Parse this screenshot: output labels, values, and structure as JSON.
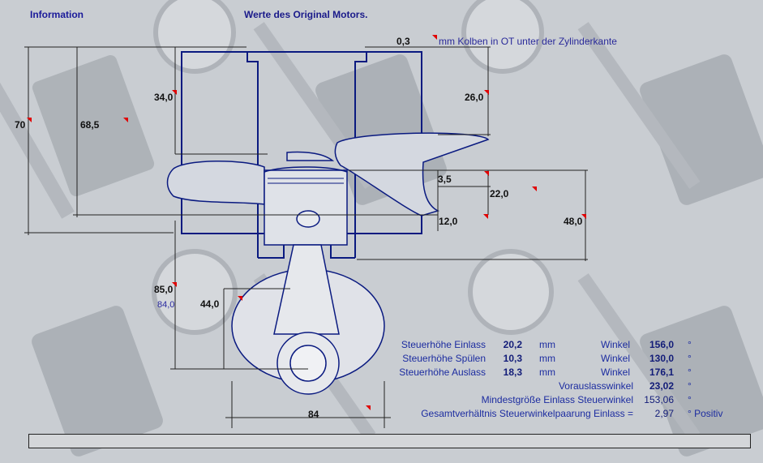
{
  "header": {
    "info_link": "Information",
    "title": "Werte des Original Motors."
  },
  "dimensions": {
    "piston_below_edge": "0,3",
    "piston_below_edge_note": "mm Kolben in OT unter der Zylinderkante",
    "d_34": "34,0",
    "d_26": "26,0",
    "d_70": "70",
    "d_68_5": "68,5",
    "d_3_5": "3,5",
    "d_22": "22,0",
    "d_48": "48,0",
    "d_12": "12,0",
    "d_85": "85,0",
    "d_84_small": "84,0",
    "d_44": "44,0",
    "d_84": "84"
  },
  "timing": {
    "rows": [
      {
        "label": "Steuerhöhe Einlass",
        "value": "20,2",
        "unit": "mm",
        "angle_label": "Winkel",
        "angle": "156,0",
        "deg": "°"
      },
      {
        "label": "Steuerhöhe Spülen",
        "value": "10,3",
        "unit": "mm",
        "angle_label": "Winkel",
        "angle": "130,0",
        "deg": "°"
      },
      {
        "label": "Steuerhöhe Auslass",
        "value": "18,3",
        "unit": "mm",
        "angle_label": "Winkel",
        "angle": "176,1",
        "deg": "°"
      }
    ],
    "vorauslass_label": "Vorauslasswinkel",
    "vorauslass_value": "23,02",
    "vorauslass_deg": "°",
    "mindest_label": "Mindestgröße Einlass Steuerwinkel",
    "mindest_value": "153,06",
    "mindest_deg": "°",
    "gesamt_label": "Gesamtverhältnis Steuerwinkelpaarung Einlass =",
    "gesamt_value": "2,97",
    "gesamt_unit": "° Positiv"
  },
  "status": {
    "text": ""
  },
  "colors": {
    "outline": "#0a1a80",
    "dim_line": "#222222",
    "flag": "#e00000",
    "background": "#c9cdd2"
  }
}
